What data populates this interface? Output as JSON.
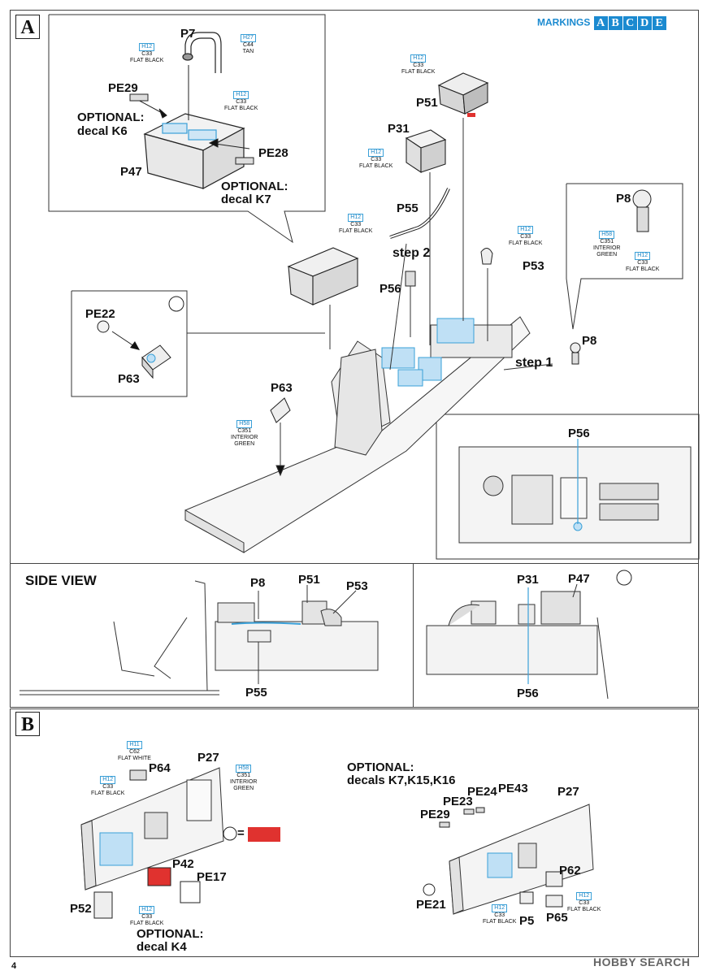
{
  "page_number": "4",
  "markings": {
    "label": "MARKINGS",
    "options": [
      "A",
      "B",
      "C",
      "D",
      "E"
    ]
  },
  "steps": {
    "a": "A",
    "b": "B"
  },
  "step_a": {
    "inset_battery": {
      "p7": "P7",
      "pe29": "PE29",
      "pe28": "PE28",
      "p47": "P47",
      "optional_k6_line1": "OPTIONAL:",
      "optional_k6_line2": "decal K6",
      "optional_k7_line1": "OPTIONAL:",
      "optional_k7_line2": "decal K7",
      "paint_p7_left": {
        "h": "H12",
        "c": "C33",
        "name": "FLAT BLACK"
      },
      "paint_p7_right": {
        "h": "H27",
        "c": "C44",
        "name": "TAN"
      },
      "paint_battery": {
        "h": "H12",
        "c": "C33",
        "name": "FLAT BLACK"
      }
    },
    "inset_pe22": {
      "pe22": "PE22",
      "p63": "P63"
    },
    "inset_p8": {
      "p8": "P8",
      "paint_green": {
        "h": "H58",
        "c": "C351",
        "name1": "INTERIOR",
        "name2": "GREEN"
      },
      "paint_black": {
        "h": "H12",
        "c": "C33",
        "name": "FLAT BLACK"
      }
    },
    "labels": {
      "p51": "P51",
      "p31": "P31",
      "p55": "P55",
      "step2": "step 2",
      "p56": "P56",
      "p53": "P53",
      "p8": "P8",
      "step1": "step 1",
      "p63": "P63",
      "p56_detail": "P56"
    },
    "paints": {
      "p51": {
        "h": "H12",
        "c": "C33",
        "name": "FLAT BLACK"
      },
      "p31": {
        "h": "H12",
        "c": "C33",
        "name": "FLAT BLACK"
      },
      "p55": {
        "h": "H12",
        "c": "C33",
        "name": "FLAT BLACK"
      },
      "p53": {
        "h": "H12",
        "c": "C33",
        "name": "FLAT BLACK"
      },
      "p63": {
        "h": "H58",
        "c": "C351",
        "name1": "INTERIOR",
        "name2": "GREEN"
      }
    },
    "side_view": {
      "title": "SIDE VIEW",
      "p8": "P8",
      "p51": "P51",
      "p53": "P53",
      "p55": "P55",
      "p31": "P31",
      "p47": "P47",
      "p56": "P56"
    }
  },
  "step_b": {
    "left": {
      "p27": "P27",
      "p64": "P64",
      "p42": "P42",
      "pe17": "PE17",
      "p52": "P52",
      "optional_line1": "OPTIONAL:",
      "optional_line2": "decal K4",
      "paint_p64": {
        "h": "H11",
        "c": "C62",
        "name": "FLAT WHITE"
      },
      "paint_black_left": {
        "h": "H12",
        "c": "C33",
        "name": "FLAT BLACK"
      },
      "paint_green": {
        "h": "H58",
        "c": "C351",
        "name1": "INTERIOR",
        "name2": "GREEN"
      },
      "paint_p52": {
        "h": "H12",
        "c": "C33",
        "name": "FLAT BLACK"
      },
      "color_key_sign": "="
    },
    "right": {
      "optional_line1": "OPTIONAL:",
      "optional_line2": "decals K7,K15,K16",
      "pe23": "PE23",
      "pe24": "PE24",
      "pe43": "PE43",
      "pe29": "PE29",
      "p27": "P27",
      "p62": "P62",
      "pe21": "PE21",
      "p5": "P5",
      "p65": "P65",
      "paint_p5": {
        "h": "H12",
        "c": "C33",
        "name": "FLAT BLACK"
      },
      "paint_p62": {
        "h": "H12",
        "c": "C33",
        "name": "FLAT BLACK"
      }
    }
  },
  "colors": {
    "accent_blue": "#1b8ad0",
    "red_marker": "#e0322f",
    "paint_border": "#3aa0d8"
  },
  "watermark": "HOBBY SEARCH"
}
